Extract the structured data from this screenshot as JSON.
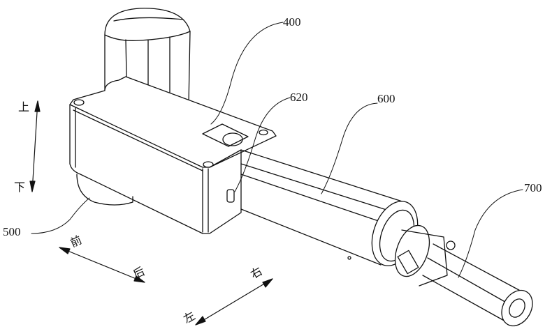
{
  "labels": {
    "motor_housing": "400",
    "clamp": "620",
    "tube": "600",
    "tool": "700",
    "base": "500"
  },
  "directions": {
    "up": "上",
    "down": "下",
    "front": "前",
    "back": "后",
    "left": "左",
    "right": "右"
  }
}
